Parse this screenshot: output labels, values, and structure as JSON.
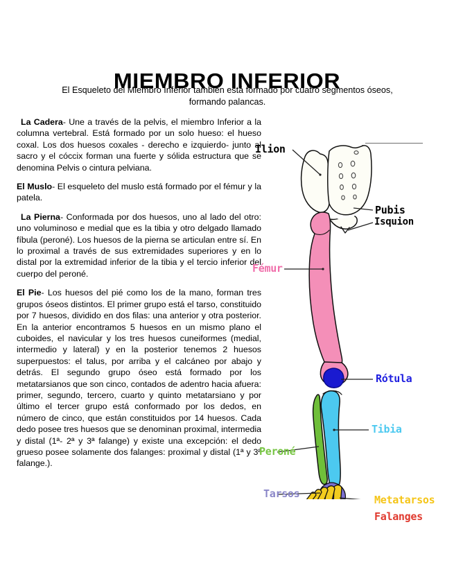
{
  "document": {
    "title": "MIEMBRO INFERIOR",
    "subtitle": "El Esqueleto del Miembro Inferior también está formado por cuatro segmentos óseos, formando palancas.",
    "paragraphs": [
      {
        "heading": "La Cadera",
        "body": "- Une a través de la pelvis, el miembro Inferior a la columna vertebral. Está formado por un solo hueso: el hueso coxal. Los dos huesos coxales - derecho e izquierdo- junto al sacro y el cóccix forman una fuerte y sólida estructura que se denomina Pelvis o cintura pelviana."
      },
      {
        "heading": "El Muslo",
        "body": "- El esqueleto del muslo está formado por el fémur y la patela."
      },
      {
        "heading": "La Pierna",
        "body": "- Conformada por dos huesos, uno al lado del otro: uno voluminoso e medial que es la tibia y otro delgado llamado fíbula (peroné). Los huesos de la pierna se articulan entre sí. En lo proximal a través de sus extremidades superiores y en lo distal por la extremidad inferior de la tibia y el tercio inferior del cuerpo del peroné."
      },
      {
        "heading": "El Pie",
        "body": "- Los huesos del pié como los de la mano, forman tres grupos óseos distintos. El primer grupo está el tarso, constituido por 7 huesos, dividido en dos filas: una anterior y otra posterior. En la anterior encontramos 5 huesos en un mismo plano el cuboides, el navicular y los tres huesos cuneiformes (medial, intermedio y lateral) y en la posterior tenemos 2 huesos superpuestos: el talus, por arriba y el calcáneo por abajo y detrás. El segundo grupo óseo está formado por los metatarsianos que son cinco, contados de adentro hacia afuera: primer, segundo, tercero, cuarto y quinto metatarsiano y por último el tercer grupo está conformado por los dedos, en número de cinco, que están constituidos por 14 huesos. Cada dedo posee tres huesos que se denominan proximal, intermedia y distal (1ª- 2ª y 3ª falange) y existe una excepción: el dedo grueso posee solamente dos falanges: proximal y distal (1ª y 3ª falange.)."
      }
    ]
  },
  "figure": {
    "caption_alt": "Esqueleto del miembro inferior coloreado",
    "labels": [
      {
        "id": "ilion",
        "text": "Ilion",
        "color": "#111111"
      },
      {
        "id": "pubis",
        "text": "Pubis",
        "color": "#111111"
      },
      {
        "id": "isquion",
        "text": "Isquion",
        "color": "#111111"
      },
      {
        "id": "femur",
        "text": "Fémur",
        "color": "#f06eaa"
      },
      {
        "id": "rotula",
        "text": "Rótula",
        "color": "#1f1fe0"
      },
      {
        "id": "tibia",
        "text": "Tibia",
        "color": "#4cc9f0"
      },
      {
        "id": "perone",
        "text": "Peroné",
        "color": "#76c442"
      },
      {
        "id": "tarsos",
        "text": "Tarsos",
        "color": "#8a86c8"
      },
      {
        "id": "metatarsos",
        "text": "Metatarsos",
        "color": "#f5c518"
      },
      {
        "id": "falanges",
        "text": "Falanges",
        "color": "#e03a2f"
      }
    ],
    "bone_colors": {
      "pelvis": "#fdfdf8",
      "femur": "#f48fb8",
      "patella": "#1a1ad0",
      "tibia": "#4cc9f0",
      "fibula": "#6fbf3a",
      "tarsals": "#7b6fd0",
      "metatarsals": "#f2cc1e",
      "phalanges": "#e03a2f",
      "outline": "#111111"
    }
  }
}
